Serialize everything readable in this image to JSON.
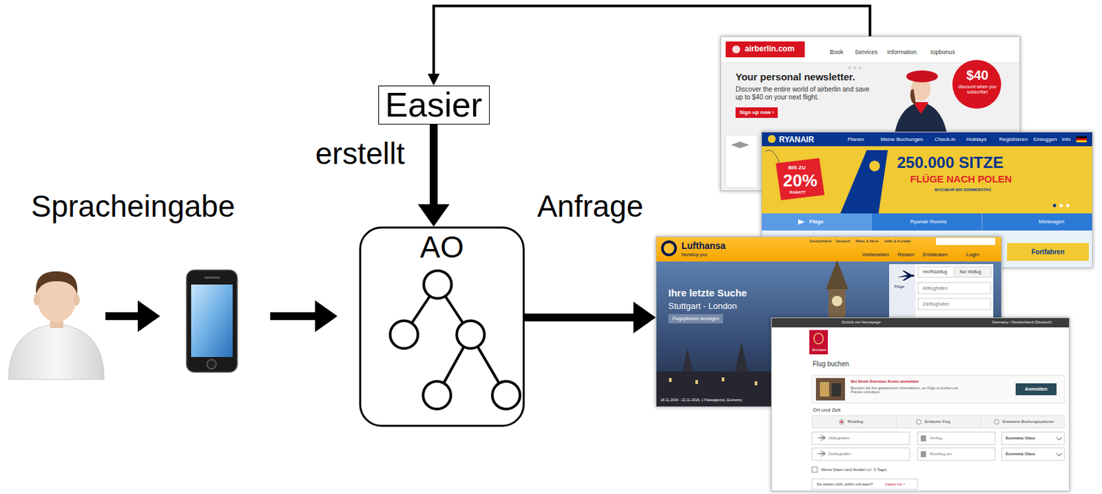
{
  "diagram": {
    "nodes": [
      {
        "text": [
          "Easier"
        ]
      },
      {
        "text": [
          "AO"
        ]
      },
      {
        "text": [
          "airberlin.com",
          "Book",
          "Services",
          "Information",
          "topbonus",
          "Your personal newsletter.",
          "Discover the entire world of airberlin and save up to $40 on your next flight.",
          "Sign up now ›",
          "$40",
          "discount when you subscribe!"
        ]
      },
      {
        "text": [
          "RYANAIR",
          "Planen",
          "Meine Buchungen",
          "Check-in",
          "Holidays",
          "Registrieren",
          "Einloggen",
          "Info",
          "BIS ZU",
          "20%",
          "RABATT",
          "250.000 SITZE",
          "FLÜGE NACH POLEN",
          "BUCHBAR BIS DONNERSTAG",
          "Flüge",
          "Ryanair Rooms",
          "Mietwagen",
          "Fortfahren"
        ]
      },
      {
        "text": [
          "Lufthansa",
          "Nonstop you",
          "Deutschland",
          "Deutsch",
          "Miles & More",
          "Hilfe & Kontakt",
          "Vorbereiten",
          "Reisen",
          "Entdecken",
          "Login",
          "Ihre letzte Suche",
          "Stuttgart - London",
          "Flugoptionen anzeigen",
          "Hin/Rückflug",
          "Nur Hinflug",
          "Flüge",
          "Abflughafen",
          "Zielflughafen",
          "18.11.2016 - 22.11.2016, 1 Passagier(e), Economy"
        ]
      },
      {
        "text": [
          "Zurück zur Homepage",
          "Germany / Deutschland (Deutsch)",
          "Emirates",
          "Flug buchen",
          "Bei Ihrem Emirates Konto anmelden",
          "Benutzen Sie Ihre gespeicherten Informationen, um Flüge zu buchen und Prämien einzulösen.",
          "Anmelden",
          "Ort und Zeit",
          "Rückflug",
          "Einfacher Flug",
          "Erweiterte Buchungsoptionen",
          "Abflughafen",
          "Hinflug",
          "Economy Class",
          "Zielflughafen",
          "Rückflug am",
          "Economy Class",
          "Meine Daten sind flexibel (+/- 3 Tage)",
          "Sie wissen nicht, wohin und wann?",
          "Inspire me >"
        ]
      }
    ],
    "edges": [
      {
        "from": 0,
        "to": 1,
        "label": "erstellt",
        "arrow": "to"
      },
      {
        "from": 1,
        "to": 4,
        "label": "Anfrage",
        "arrow": "to"
      },
      {
        "from": 2,
        "to": 0,
        "arrow": "to"
      }
    ],
    "labels": [
      "Spracheingabe"
    ]
  }
}
